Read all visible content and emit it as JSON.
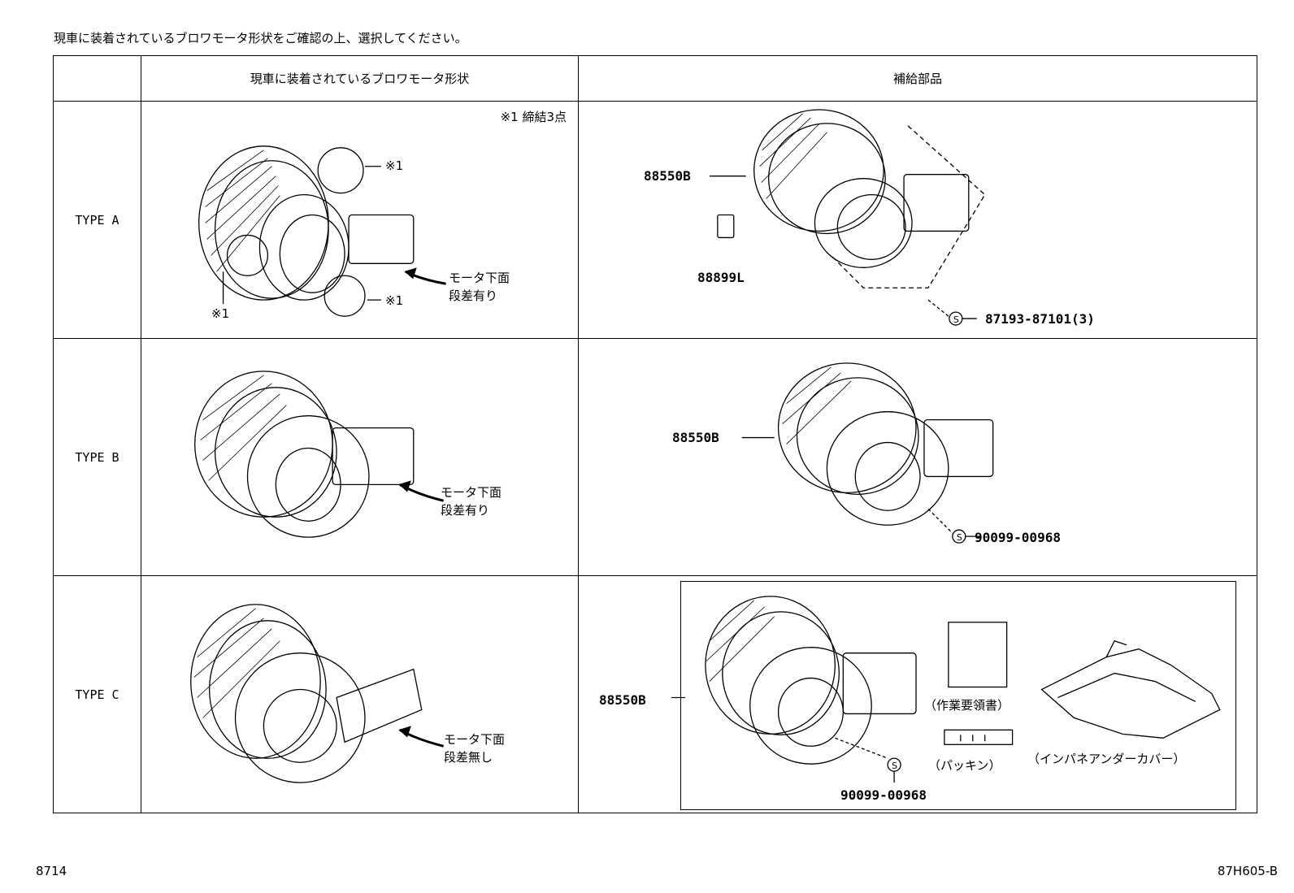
{
  "caption": "現車に装着されているブロワモータ形状をご確認の上、選択してください。",
  "header": {
    "col_type": "",
    "col_shape": "現車に装着されているブロワモータ形状",
    "col_parts": "補給部品"
  },
  "rows": [
    {
      "type": "TYPE A",
      "note_fasten": "※1 締結3点",
      "marker": "※1",
      "arrow_line1": "モータ下面",
      "arrow_line2": "段差有り",
      "parts": {
        "main": "88550B",
        "sub": "88899L",
        "screw": "87193-87101(3)"
      }
    },
    {
      "type": "TYPE B",
      "arrow_line1": "モータ下面",
      "arrow_line2": "段差有り",
      "parts": {
        "main": "88550B",
        "screw": "90099-00968"
      }
    },
    {
      "type": "TYPE C",
      "arrow_line1": "モータ下面",
      "arrow_line2": "段差無し",
      "parts": {
        "main": "88550B",
        "screw": "90099-00968",
        "manual": "（作業要領書）",
        "packing": "（パッキン）",
        "cover": "（インパネアンダーカバー）"
      }
    }
  ],
  "footer": {
    "left": "8714",
    "right": "87H605-B"
  }
}
